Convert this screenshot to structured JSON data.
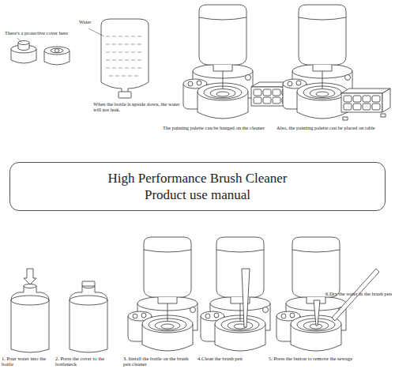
{
  "diagram": {
    "nodes": [
      {
        "text": [
          "High Performance Brush Cleaner",
          "Product use manual"
        ]
      }
    ],
    "labels": [
      "There's a protective cover here",
      "Water",
      "When the bottle is upside down, the water will not leak.",
      "The painting palette can be hanged on the cleaner",
      "Also, the painting palette can be placed on table",
      "1. Pour water into the bottle",
      "2. Press the cover to the bottleneck",
      "3. Install the bottle on the brush pen cleaner",
      "4.Clean the brush pen",
      "5. Press the button to remove the sewage",
      "6.Dry the water in the brush pen"
    ]
  }
}
